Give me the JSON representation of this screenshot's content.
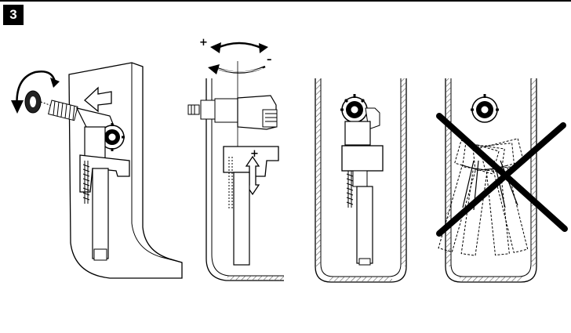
{
  "step": {
    "number": "3"
  },
  "adjustment_symbols": {
    "plus": "+",
    "minus": "–"
  },
  "panels": [
    {
      "id": "install",
      "description_icon": "rotate-and-push-icon"
    },
    {
      "id": "height-adjust",
      "description_icon": "height-adjust-icon"
    },
    {
      "id": "correct",
      "description_icon": "check-vertical-icon"
    },
    {
      "id": "incorrect",
      "description_icon": "cross-tilted-icon"
    }
  ],
  "colors": {
    "ink": "#000000",
    "hatch": "#555555",
    "paper": "#ffffff"
  }
}
